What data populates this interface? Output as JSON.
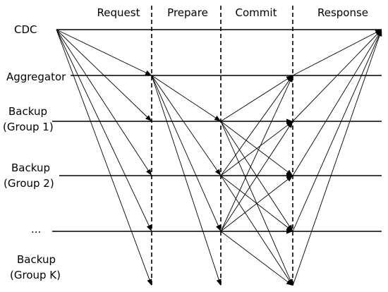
{
  "phases": [
    "Request",
    "Prepare",
    "Commit",
    "Response"
  ],
  "nodes": [
    {
      "label_lines": [
        "CDC"
      ]
    },
    {
      "label_lines": [
        "Aggregator"
      ]
    },
    {
      "label_lines": [
        "Backup",
        "(Group 1)"
      ]
    },
    {
      "label_lines": [
        "Backup",
        "(Group 2)"
      ]
    },
    {
      "label_lines": [
        "..."
      ]
    },
    {
      "label_lines": [
        "Backup",
        "(Group K)"
      ]
    }
  ]
}
